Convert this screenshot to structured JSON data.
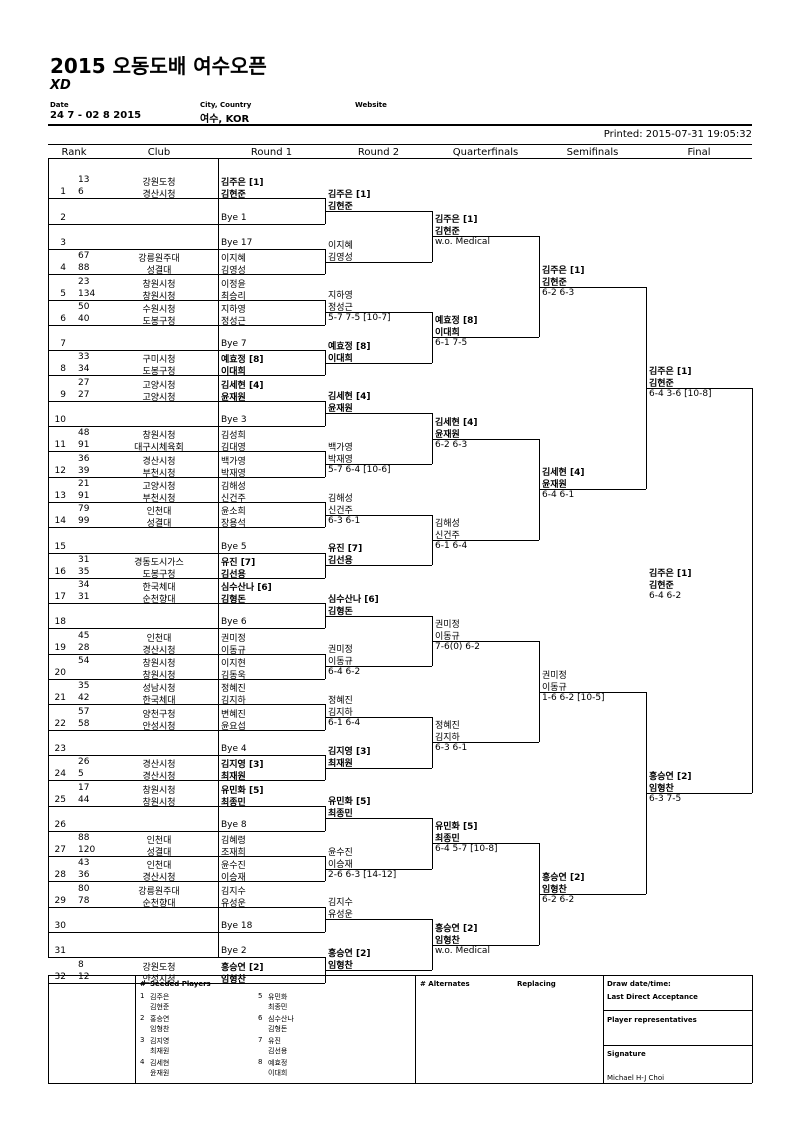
{
  "header": {
    "title": "2015 오동도배 여수오픈",
    "subtitle": "XD",
    "date_label": "Date",
    "date_value": "24 7 - 02 8 2015",
    "city_label": "City, Country",
    "city_value": "여수, KOR",
    "website_label": "Website",
    "printed": "Printed: 2015-07-31 19:05:32"
  },
  "columns": [
    "Rank",
    "Club",
    "Round 1",
    "Round 2",
    "Quarterfinals",
    "Semifinals",
    "Final"
  ],
  "draw": [
    {
      "line": "1",
      "r1": "13",
      "r2": "6",
      "c1": "강원도청",
      "c2": "경산시청",
      "p1": "김주은 [1]",
      "p2": "김현준",
      "bold": true
    },
    {
      "line": "2",
      "r1": "",
      "r2": "",
      "c1": "",
      "c2": "",
      "p1": "",
      "p2": "Bye 1",
      "bold": false
    },
    {
      "line": "3",
      "r1": "",
      "r2": "",
      "c1": "",
      "c2": "",
      "p1": "",
      "p2": "Bye 17",
      "bold": false
    },
    {
      "line": "4",
      "r1": "67",
      "r2": "88",
      "c1": "강릉원주대",
      "c2": "성결대",
      "p1": "이지혜",
      "p2": "김영성",
      "bold": false
    },
    {
      "line": "5",
      "r1": "23",
      "r2": "134",
      "c1": "창원시청",
      "c2": "창원시청",
      "p1": "이정윤",
      "p2": "최승리",
      "bold": false
    },
    {
      "line": "6",
      "r1": "50",
      "r2": "40",
      "c1": "수원시청",
      "c2": "도봉구청",
      "p1": "지하영",
      "p2": "정성근",
      "bold": false
    },
    {
      "line": "7",
      "r1": "",
      "r2": "",
      "c1": "",
      "c2": "",
      "p1": "",
      "p2": "Bye 7",
      "bold": false
    },
    {
      "line": "8",
      "r1": "33",
      "r2": "34",
      "c1": "구미시청",
      "c2": "도봉구청",
      "p1": "예효정 [8]",
      "p2": "이대희",
      "bold": true
    },
    {
      "line": "9",
      "r1": "27",
      "r2": "27",
      "c1": "고양시청",
      "c2": "고양시청",
      "p1": "김세현 [4]",
      "p2": "윤재원",
      "bold": true
    },
    {
      "line": "10",
      "r1": "",
      "r2": "",
      "c1": "",
      "c2": "",
      "p1": "",
      "p2": "Bye 3",
      "bold": false
    },
    {
      "line": "11",
      "r1": "48",
      "r2": "91",
      "c1": "창원시청",
      "c2": "대구시체육회",
      "p1": "김성희",
      "p2": "김대영",
      "bold": false
    },
    {
      "line": "12",
      "r1": "36",
      "r2": "39",
      "c1": "경산시청",
      "c2": "부천시청",
      "p1": "백가영",
      "p2": "박재영",
      "bold": false
    },
    {
      "line": "13",
      "r1": "21",
      "r2": "91",
      "c1": "고양시청",
      "c2": "부천시청",
      "p1": "김해성",
      "p2": "신건주",
      "bold": false
    },
    {
      "line": "14",
      "r1": "79",
      "r2": "99",
      "c1": "인천대",
      "c2": "성결대",
      "p1": "윤소희",
      "p2": "장용석",
      "bold": false
    },
    {
      "line": "15",
      "r1": "",
      "r2": "",
      "c1": "",
      "c2": "",
      "p1": "",
      "p2": "Bye 5",
      "bold": false
    },
    {
      "line": "16",
      "r1": "31",
      "r2": "35",
      "c1": "경동도시가스",
      "c2": "도봉구청",
      "p1": "유진 [7]",
      "p2": "김선용",
      "bold": true
    },
    {
      "line": "17",
      "r1": "34",
      "r2": "31",
      "c1": "한국체대",
      "c2": "순천향대",
      "p1": "심수산나 [6]",
      "p2": "김형돈",
      "bold": true
    },
    {
      "line": "18",
      "r1": "",
      "r2": "",
      "c1": "",
      "c2": "",
      "p1": "",
      "p2": "Bye 6",
      "bold": false
    },
    {
      "line": "19",
      "r1": "45",
      "r2": "28",
      "c1": "인천대",
      "c2": "경산시청",
      "p1": "권미정",
      "p2": "이동규",
      "bold": false
    },
    {
      "line": "20",
      "r1": "54",
      "r2": "",
      "c1": "창원시청",
      "c2": "창원시청",
      "p1": "이지현",
      "p2": "김동욱",
      "bold": false
    },
    {
      "line": "21",
      "r1": "35",
      "r2": "42",
      "c1": "성남시청",
      "c2": "한국체대",
      "p1": "정혜진",
      "p2": "김지하",
      "bold": false
    },
    {
      "line": "22",
      "r1": "57",
      "r2": "58",
      "c1": "양천구청",
      "c2": "안성시청",
      "p1": "변혜진",
      "p2": "윤요섭",
      "bold": false
    },
    {
      "line": "23",
      "r1": "",
      "r2": "",
      "c1": "",
      "c2": "",
      "p1": "",
      "p2": "Bye 4",
      "bold": false
    },
    {
      "line": "24",
      "r1": "26",
      "r2": "5",
      "c1": "경산시청",
      "c2": "경산시청",
      "p1": "김지영 [3]",
      "p2": "최재원",
      "bold": true
    },
    {
      "line": "25",
      "r1": "17",
      "r2": "44",
      "c1": "창원시청",
      "c2": "창원시청",
      "p1": "유민화 [5]",
      "p2": "최종민",
      "bold": true
    },
    {
      "line": "26",
      "r1": "",
      "r2": "",
      "c1": "",
      "c2": "",
      "p1": "",
      "p2": "Bye 8",
      "bold": false
    },
    {
      "line": "27",
      "r1": "88",
      "r2": "120",
      "c1": "인천대",
      "c2": "성결대",
      "p1": "김혜령",
      "p2": "조재희",
      "bold": false
    },
    {
      "line": "28",
      "r1": "43",
      "r2": "36",
      "c1": "인천대",
      "c2": "경산시청",
      "p1": "윤수진",
      "p2": "이승재",
      "bold": false
    },
    {
      "line": "29",
      "r1": "80",
      "r2": "78",
      "c1": "강릉원주대",
      "c2": "순천향대",
      "p1": "김지수",
      "p2": "유성운",
      "bold": false
    },
    {
      "line": "30",
      "r1": "",
      "r2": "",
      "c1": "",
      "c2": "",
      "p1": "",
      "p2": "Bye 18",
      "bold": false
    },
    {
      "line": "31",
      "r1": "",
      "r2": "",
      "c1": "",
      "c2": "",
      "p1": "",
      "p2": "Bye 2",
      "bold": false
    },
    {
      "line": "32",
      "r1": "8",
      "r2": "12",
      "c1": "강원도청",
      "c2": "안성시청",
      "p1": "홍승연 [2]",
      "p2": "임형찬",
      "bold": true
    }
  ],
  "round2": [
    {
      "a": "김주은 [1]",
      "b": "김현준",
      "score": "",
      "bold": true
    },
    {
      "a": "이지혜",
      "b": "김영성",
      "score": "",
      "bold": false
    },
    {
      "a": "지하영",
      "b": "정성근",
      "score": "5-7 7-5 [10-7]",
      "bold": false
    },
    {
      "a": "예효정 [8]",
      "b": "이대희",
      "score": "",
      "bold": true
    },
    {
      "a": "김세현 [4]",
      "b": "윤재원",
      "score": "",
      "bold": true
    },
    {
      "a": "백가영",
      "b": "박재영",
      "score": "5-7 6-4 [10-6]",
      "bold": false
    },
    {
      "a": "김해성",
      "b": "신건주",
      "score": "6-3 6-1",
      "bold": false
    },
    {
      "a": "유진 [7]",
      "b": "김선용",
      "score": "",
      "bold": true
    },
    {
      "a": "심수산나 [6]",
      "b": "김형돈",
      "score": "",
      "bold": true
    },
    {
      "a": "권미정",
      "b": "이동규",
      "score": "6-4 6-2",
      "bold": false
    },
    {
      "a": "정혜진",
      "b": "김지하",
      "score": "6-1 6-4",
      "bold": false
    },
    {
      "a": "김지영 [3]",
      "b": "최재원",
      "score": "",
      "bold": true
    },
    {
      "a": "유민화 [5]",
      "b": "최종민",
      "score": "",
      "bold": true
    },
    {
      "a": "윤수진",
      "b": "이승재",
      "score": "2-6 6-3 [14-12]",
      "bold": false
    },
    {
      "a": "김지수",
      "b": "유성운",
      "score": "",
      "bold": false
    },
    {
      "a": "홍승연 [2]",
      "b": "임형찬",
      "score": "",
      "bold": true
    }
  ],
  "quarterfinals": [
    {
      "a": "김주은 [1]",
      "b": "김현준",
      "score": "w.o. Medical",
      "bold": true
    },
    {
      "a": "예효정 [8]",
      "b": "이대희",
      "score": "6-1 7-5",
      "bold": true
    },
    {
      "a": "김세현 [4]",
      "b": "윤재원",
      "score": "6-2 6-3",
      "bold": true
    },
    {
      "a": "김해성",
      "b": "신건주",
      "score": "6-1 6-4",
      "bold": false
    },
    {
      "a": "권미정",
      "b": "이동규",
      "score": "7-6(0) 6-2",
      "bold": false
    },
    {
      "a": "정혜진",
      "b": "김지하",
      "score": "6-3 6-1",
      "bold": false
    },
    {
      "a": "유민화 [5]",
      "b": "최종민",
      "score": "6-4 5-7 [10-8]",
      "bold": true
    },
    {
      "a": "홍승연 [2]",
      "b": "임형찬",
      "score": "w.o. Medical",
      "bold": true
    }
  ],
  "semifinals": [
    {
      "a": "김주은 [1]",
      "b": "김현준",
      "score": "6-2 6-3",
      "bold": true
    },
    {
      "a": "김세현 [4]",
      "b": "윤재원",
      "score": "6-4 6-1",
      "bold": true
    },
    {
      "a": "권미정",
      "b": "이동규",
      "score": "1-6 6-2 [10-5]",
      "bold": false
    },
    {
      "a": "홍승연 [2]",
      "b": "임형찬",
      "score": "6-2 6-2",
      "bold": true
    }
  ],
  "final": [
    {
      "a": "김주은 [1]",
      "b": "김현준",
      "score": "6-4 3-6 [10-8]",
      "bold": true
    },
    {
      "a": "홍승연 [2]",
      "b": "임형찬",
      "score": "6-3 7-5",
      "bold": true
    }
  ],
  "winner": {
    "a": "김주은 [1]",
    "b": "김현준",
    "score": "6-4 6-2"
  },
  "footer": {
    "seeded_title": "Seeded Players",
    "hash": "#",
    "seeds_left": [
      {
        "n": "1",
        "a": "김주은",
        "b": "김현준"
      },
      {
        "n": "2",
        "a": "홍승연",
        "b": "임형찬"
      },
      {
        "n": "3",
        "a": "김지영",
        "b": "최재원"
      },
      {
        "n": "4",
        "a": "김세현",
        "b": "윤재원"
      }
    ],
    "seeds_right": [
      {
        "n": "5",
        "a": "유민화",
        "b": "최종민"
      },
      {
        "n": "6",
        "a": "심수산나",
        "b": "김형돈"
      },
      {
        "n": "7",
        "a": "유진",
        "b": "김선용"
      },
      {
        "n": "8",
        "a": "예효정",
        "b": "이대희"
      }
    ],
    "alternates": "# Alternates",
    "replacing": "Replacing",
    "draw_date": "Draw date/time:",
    "last_direct": "Last Direct Acceptance",
    "player_reps": "Player representatives",
    "signature": "Signature",
    "signer": "Michael H-J Choi"
  }
}
